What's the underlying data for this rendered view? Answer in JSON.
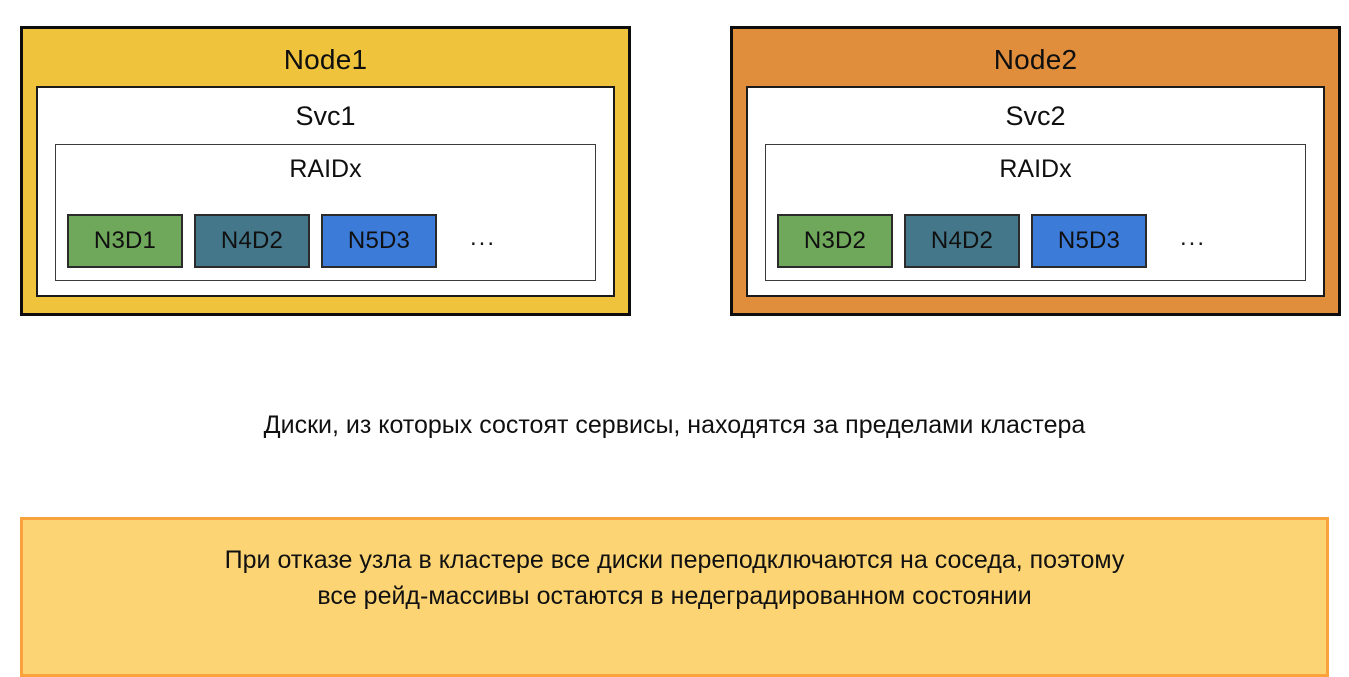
{
  "diagram": {
    "nodes": [
      {
        "title": "Node1",
        "color": "#EFC33C",
        "service": {
          "title": "Svc1",
          "raid": {
            "title": "RAIDx",
            "ellipsis": "...",
            "disks": [
              {
                "label": "N3D1",
                "color": "#6FA85A"
              },
              {
                "label": "N4D2",
                "color": "#45778A"
              },
              {
                "label": "N5D3",
                "color": "#3C7BD8"
              }
            ]
          }
        }
      },
      {
        "title": "Node2",
        "color": "#E08E3C",
        "service": {
          "title": "Svc2",
          "raid": {
            "title": "RAIDx",
            "ellipsis": "...",
            "disks": [
              {
                "label": "N3D2",
                "color": "#6FA85A"
              },
              {
                "label": "N4D2",
                "color": "#45778A"
              },
              {
                "label": "N5D3",
                "color": "#3C7BD8"
              }
            ]
          }
        }
      }
    ]
  },
  "caption": {
    "text": "Диски, из которых состоят сервисы, находятся за пределами кластера"
  },
  "callout": {
    "background": "#FCD473",
    "border_color": "#FAA33C",
    "line1": "При отказе узла в кластере все диски переподключаются на соседа, поэтому",
    "line2": "все рейд-массивы остаются в недеградированном состоянии"
  }
}
